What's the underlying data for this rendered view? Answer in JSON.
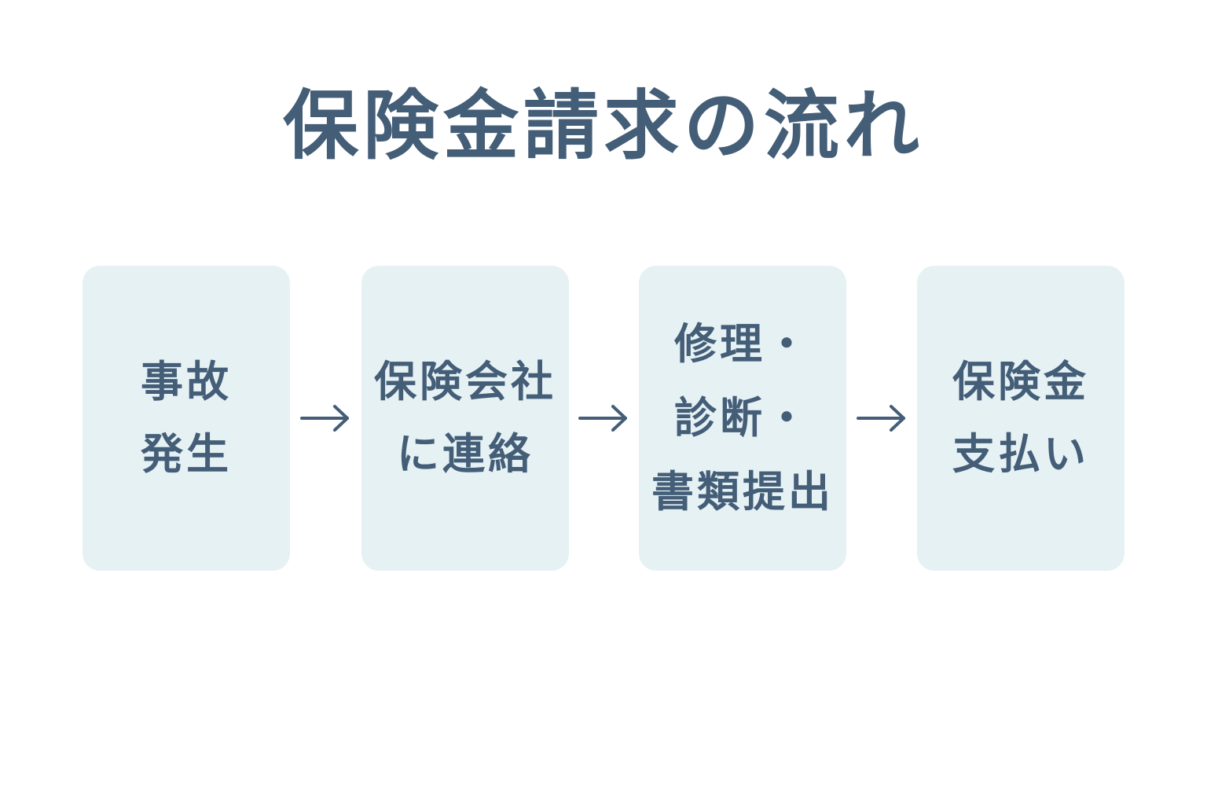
{
  "title": "保険金請求の流れ",
  "colors": {
    "text": "#445e78",
    "box_fill": "#e6f1f4",
    "background": "#ffffff"
  },
  "steps": [
    {
      "lines": [
        "事故",
        "発生"
      ]
    },
    {
      "lines": [
        "保険会社",
        "に連絡"
      ]
    },
    {
      "lines": [
        "修理・",
        "診断・",
        "書類提出"
      ]
    },
    {
      "lines": [
        "保険金",
        "支払い"
      ]
    }
  ],
  "arrow_icon": "right-arrow-icon"
}
